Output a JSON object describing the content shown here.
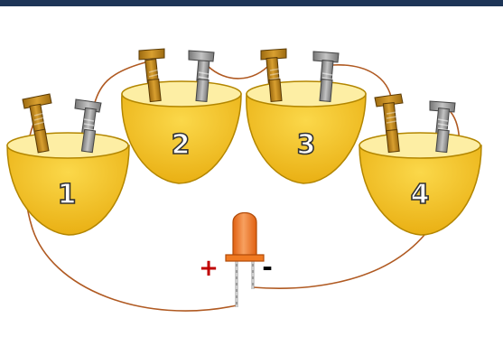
{
  "cups": [
    {
      "number": "1"
    },
    {
      "number": "2"
    },
    {
      "number": "3"
    },
    {
      "number": "4"
    }
  ],
  "led": {
    "plus_label": "+",
    "minus_label": "-"
  },
  "colors": {
    "header_bar": "#1d3557",
    "cup_fill": "#f5c518",
    "cup_shadow": "#e8a800",
    "cup_top": "#fdeea4",
    "cup_outline": "#b38600",
    "copper": "#c8901e",
    "zinc": "#9a9a9a",
    "wire": "#b05a22",
    "led_body": "#f07a22",
    "plus": "#c00000",
    "minus": "#000000"
  }
}
